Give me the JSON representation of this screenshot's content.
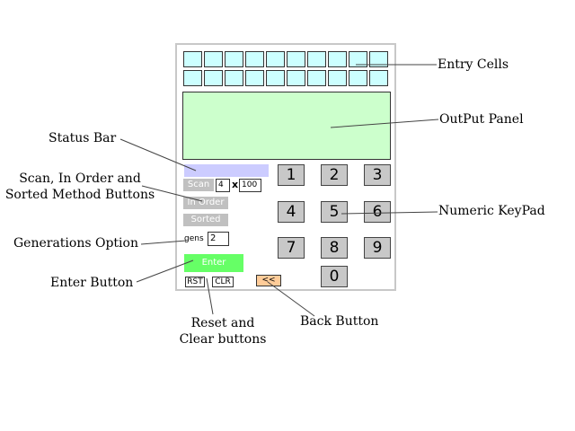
{
  "app": {
    "scan_label": "Scan",
    "scan_value": "4",
    "times_symbol": "x",
    "scan_count": "100",
    "inorder_label": "In Order",
    "sorted_label": "Sorted",
    "gens_label": "gens",
    "gens_value": "2",
    "enter_label": "Enter",
    "reset_label": "RST",
    "clear_label": "CLR",
    "back_label": "<<",
    "keys": [
      "1",
      "2",
      "3",
      "4",
      "5",
      "6",
      "7",
      "8",
      "9",
      "0"
    ]
  },
  "callouts": {
    "entry_cells": "Entry Cells",
    "output_panel": "OutPut Panel",
    "status_bar": "Status Bar",
    "method_buttons_line1": "Scan, In Order and",
    "method_buttons_line2": "Sorted Method Buttons",
    "numeric_keypad": "Numeric KeyPad",
    "generations_option": "Generations Option",
    "enter_button": "Enter Button",
    "reset_clear_line1": "Reset and",
    "reset_clear_line2": "Clear buttons",
    "back_button": "Back Button"
  },
  "colors": {
    "entry_cell": "#ccffff",
    "output_panel": "#ccffcc",
    "status_bar": "#ccccff",
    "enter_button": "#66ff66",
    "back_button": "#ffcc99",
    "keypad_key": "#c8c8c8"
  }
}
